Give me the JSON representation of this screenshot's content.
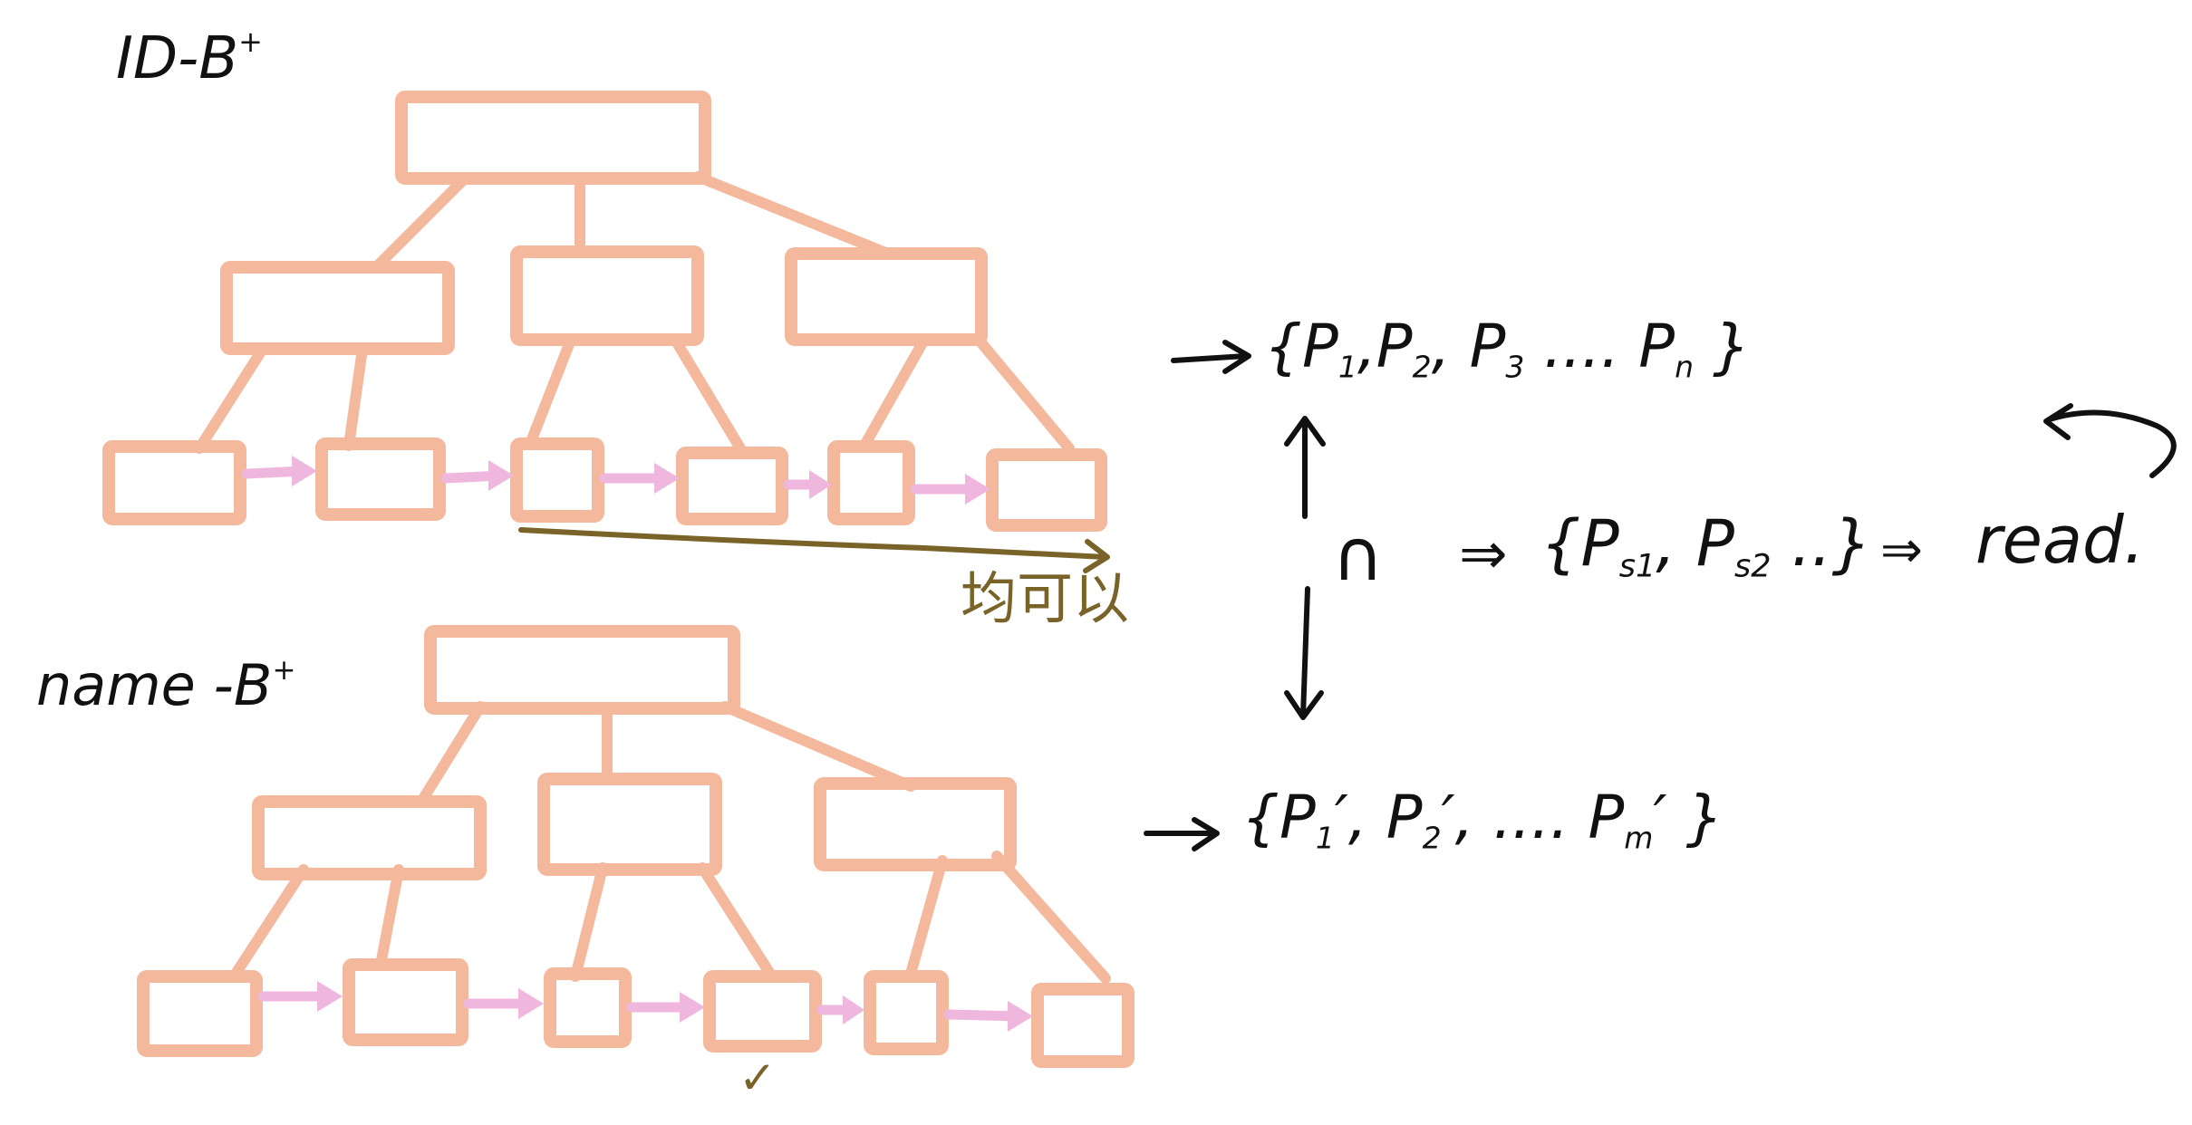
{
  "labels": {
    "id_tree": "ID-B",
    "id_tree_sup": "+",
    "name_tree": "name -B",
    "name_tree_sup": "+",
    "scan_note": "均可以",
    "check_mark": "✓"
  },
  "sets": {
    "id_set": {
      "open": "{",
      "p": "P",
      "s1": "1",
      "s2": "2",
      "s3": "3",
      "dots": "....",
      "sn": "n",
      "close": "}"
    },
    "name_set": {
      "open": "{",
      "p": "P",
      "s1": "1",
      "s2": "2",
      "prime": "′",
      "dots": "....",
      "sn": "m",
      "close": "}"
    },
    "result_set": {
      "open": "{",
      "p": "P",
      "s1": "s1",
      "s2": "s2",
      "dots": "..",
      "close": "}"
    }
  },
  "operators": {
    "intersect": "∩",
    "implies_1": "⇒",
    "implies_2": "⇒",
    "read": "read."
  },
  "colors": {
    "node": "#F4B89C",
    "leaf_link": "#EFB6DE",
    "highlight": "#7A6328",
    "ink": "#111111"
  }
}
